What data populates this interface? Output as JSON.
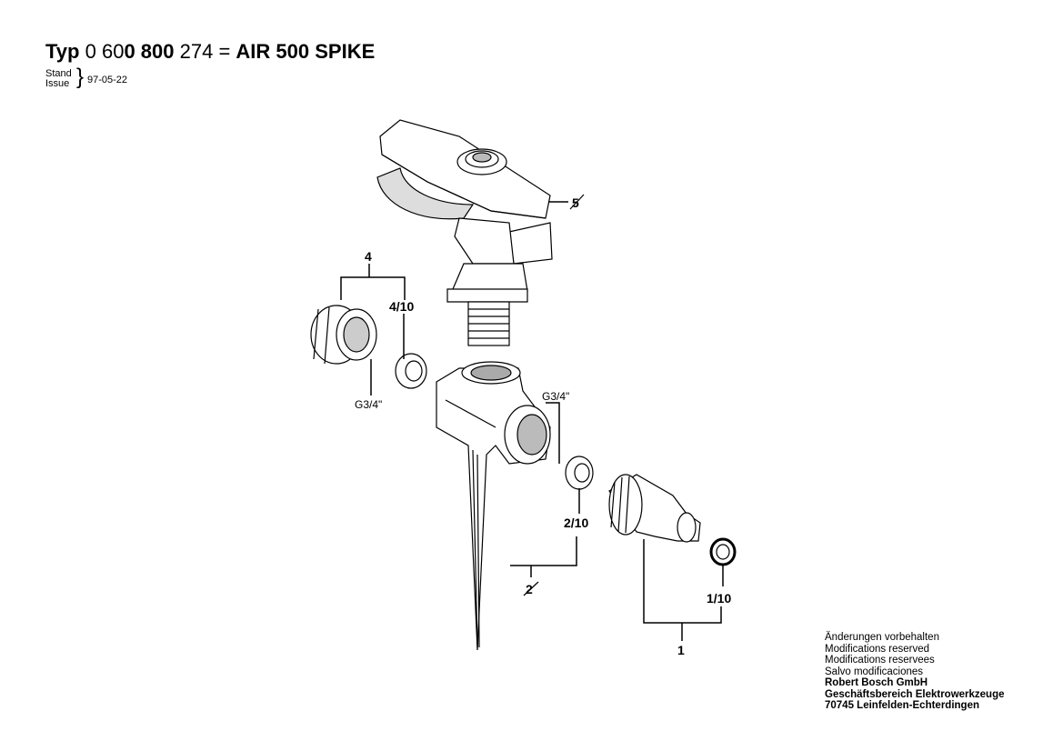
{
  "header": {
    "typ": "Typ",
    "num_a": "0 60",
    "num_b": "0 800",
    "num_c": "274 =",
    "model": "AIR 500 SPIKE",
    "stand": "Stand",
    "issue": "Issue",
    "date": "97-05-22"
  },
  "parts": {
    "p5": "5",
    "p4": "4",
    "p4_10": "4/10",
    "thread_left": "G3/4\"",
    "thread_right": "G3/4\"",
    "p2_10": "2/10",
    "p2": "2",
    "p1_10": "1/10",
    "p1": "1"
  },
  "footer": {
    "lines": [
      "Änderungen vorbehalten",
      "Modifications reserved",
      "Modifications reservees",
      "Salvo modificaciones"
    ],
    "company": "Robert Bosch GmbH",
    "division": "Geschäftsbereich Elektrowerkzeuge",
    "address": "70745 Leinfelden-Echterdingen"
  }
}
